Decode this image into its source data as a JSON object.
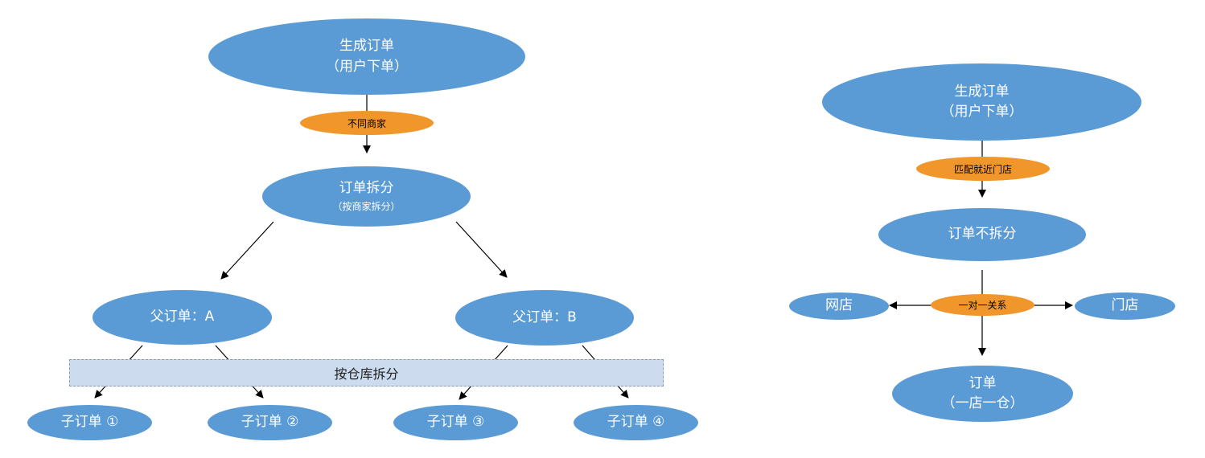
{
  "left": {
    "root": {
      "line1": "生成订单",
      "line2": "（用户下单）"
    },
    "condition": "不同商家",
    "split": {
      "line1": "订单拆分",
      "line2": "（按商家拆分）"
    },
    "parents": [
      "父订单：A",
      "父订单：B"
    ],
    "band": "按仓库拆分",
    "children": [
      "子订单 ①",
      "子订单 ②",
      "子订单 ③",
      "子订单 ④"
    ]
  },
  "right": {
    "root": {
      "line1": "生成订单",
      "line2": "（用户下单）"
    },
    "condition": "匹配就近门店",
    "nosplit": "订单不拆分",
    "relation": "一对一关系",
    "online": "网店",
    "store": "门店",
    "order": {
      "line1": "订单",
      "line2": "（一店一仓）"
    }
  },
  "colors": {
    "node_fill": "#5b9bd5",
    "tag_fill": "#f0962b",
    "band_fill": "#ccdcee",
    "arrow": "#000000"
  }
}
